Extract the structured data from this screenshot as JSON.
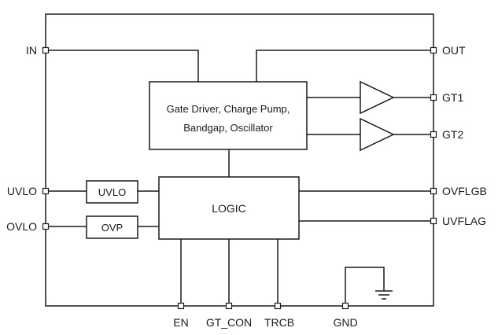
{
  "pins": {
    "in": "IN",
    "out": "OUT",
    "gt1": "GT1",
    "gt2": "GT2",
    "uvlo": "UVLO",
    "ovlo": "OVLO",
    "ovflgb": "OVFLGB",
    "uvflag": "UVFLAG",
    "en": "EN",
    "gt_con": "GT_CON",
    "trcb": "TRCB",
    "gnd": "GND"
  },
  "blocks": {
    "gate_driver": {
      "line1": "Gate Driver, Charge Pump,",
      "line2": "Bandgap, Oscillator"
    },
    "logic": "LOGIC",
    "uvlo": "UVLO",
    "ovp": "OVP"
  },
  "colors": {
    "line": "#1a1a1a",
    "background": "#ffffff"
  }
}
